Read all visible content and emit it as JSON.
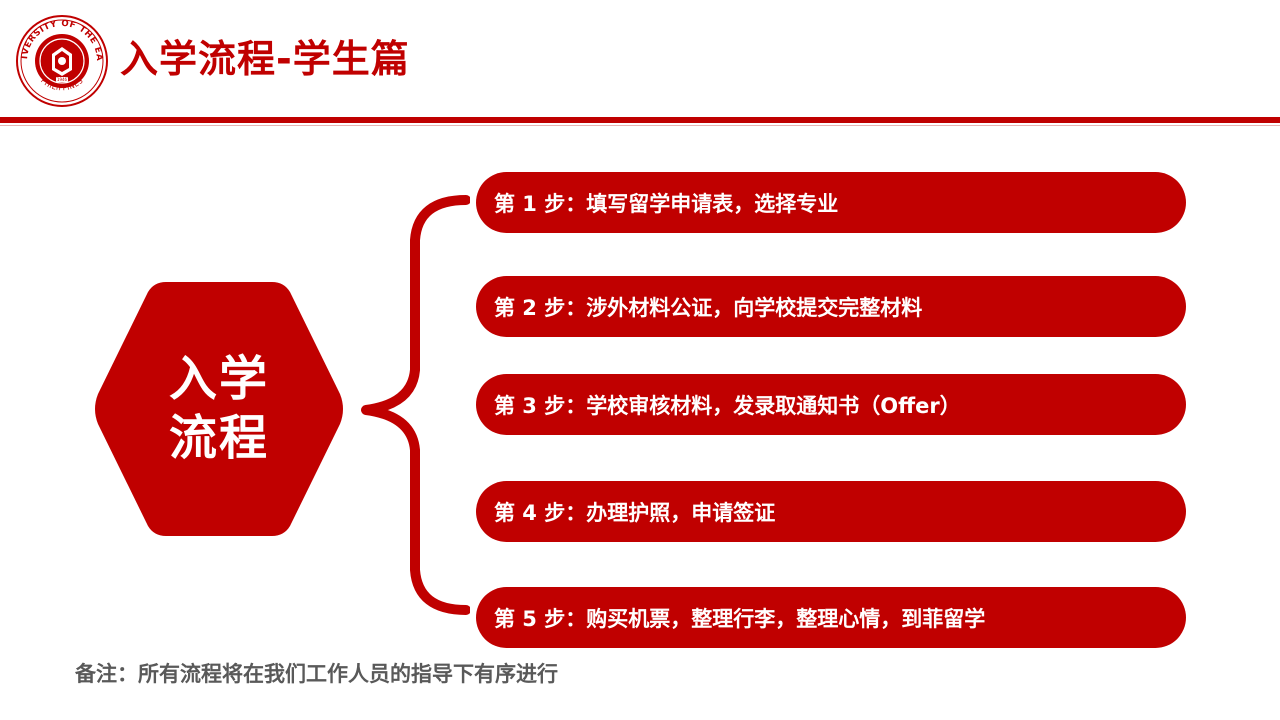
{
  "header": {
    "title": "入学流程-学生篇",
    "logo": {
      "name": "university-seal",
      "ring_text": "UNIVERSITY OF THE EAST",
      "bottom_text": "PHILIPPINES",
      "year": "1946"
    }
  },
  "center": {
    "line1": "入学",
    "line2": "流程"
  },
  "steps": [
    {
      "label": "第 1 步：填写留学申请表，选择专业"
    },
    {
      "label": "第 2 步：涉外材料公证，向学校提交完整材料"
    },
    {
      "label": "第 3 步：学校审核材料，发录取通知书（Offer）"
    },
    {
      "label": "第 4 步：办理护照，申请签证"
    },
    {
      "label": "第 5 步：购买机票，整理行李，整理心情，到菲留学"
    }
  ],
  "footnote": "备注：所有流程将在我们工作人员的指导下有序进行",
  "colors": {
    "accent": "#c00000",
    "text_on_accent": "#ffffff",
    "footnote_text": "#595959"
  }
}
